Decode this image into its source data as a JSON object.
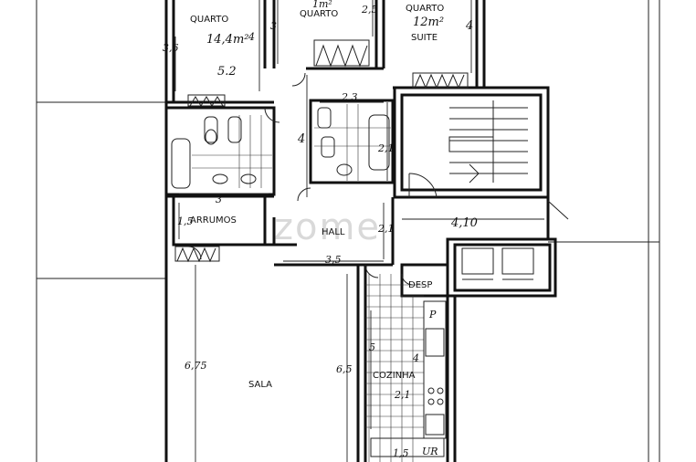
{
  "rooms": {
    "quarto_left": "QUARTO",
    "quarto_center": "QUARTO",
    "quarto_suite": "QUARTO",
    "suite": "SUITE",
    "arrumos": "ARRUMOS",
    "hall": "HALL",
    "sala": "SALA",
    "cozinha": "COZINHA",
    "desp": "DESP"
  },
  "areas": {
    "quarto_left": "14,4m²",
    "quarto_center": "1m²",
    "suite": "12m²",
    "cozinha": "2,1"
  },
  "dims": {
    "d_3_6": "3,6",
    "d_4a": "4",
    "d_3a": "3",
    "d_2_5": "2,5",
    "d_4b": "4",
    "d_5_2": "5.2",
    "d_2_3": "2,3",
    "d_4c": "4",
    "d_2_1": "2,1",
    "d_3b": "3",
    "d_1_5": "1,5",
    "d_2_2": "2,1",
    "d_4_10": "4,10",
    "d_3_5": "3,5",
    "d_6_75": "6,75",
    "d_6_5": "6,5",
    "d_5": "5",
    "d_4d": "4",
    "d_p": "P",
    "d_ur": "UR",
    "d_15": "1,5"
  },
  "watermark": "zome"
}
